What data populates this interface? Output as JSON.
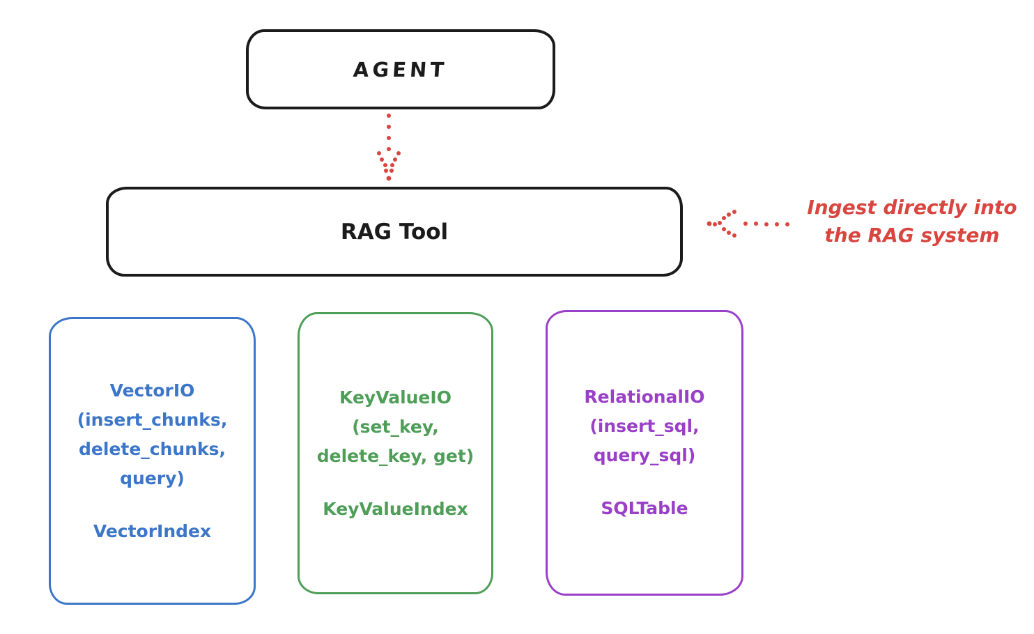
{
  "nodes": {
    "agent": {
      "label": "AGENT"
    },
    "rag_tool": {
      "label": "RAG Tool"
    }
  },
  "annotation": {
    "line1": "Ingest directly into",
    "line2": "the RAG system",
    "color": "#d9453f"
  },
  "stores": [
    {
      "title": "VectorIO",
      "methods_line1": "(insert_chunks,",
      "methods_line2": "delete_chunks,",
      "methods_line3": "query)",
      "index": "VectorIndex",
      "color": "#3b76c8"
    },
    {
      "title": "KeyValueIO",
      "methods_line1": "(set_key,",
      "methods_line2": "delete_key, get)",
      "index": "KeyValueIndex",
      "color": "#4f9e58"
    },
    {
      "title": "RelationalIO",
      "methods_line1": "(insert_sql,",
      "methods_line2": "query_sql)",
      "index": "SQLTable",
      "color": "#9a40c8"
    }
  ],
  "icons": {
    "down_arrow": "dotted-arrow-down",
    "left_arrow": "dotted-arrow-left"
  },
  "colors": {
    "stroke": "#1b1b1b",
    "arrow": "#d9453f",
    "background": "#ffffff"
  }
}
